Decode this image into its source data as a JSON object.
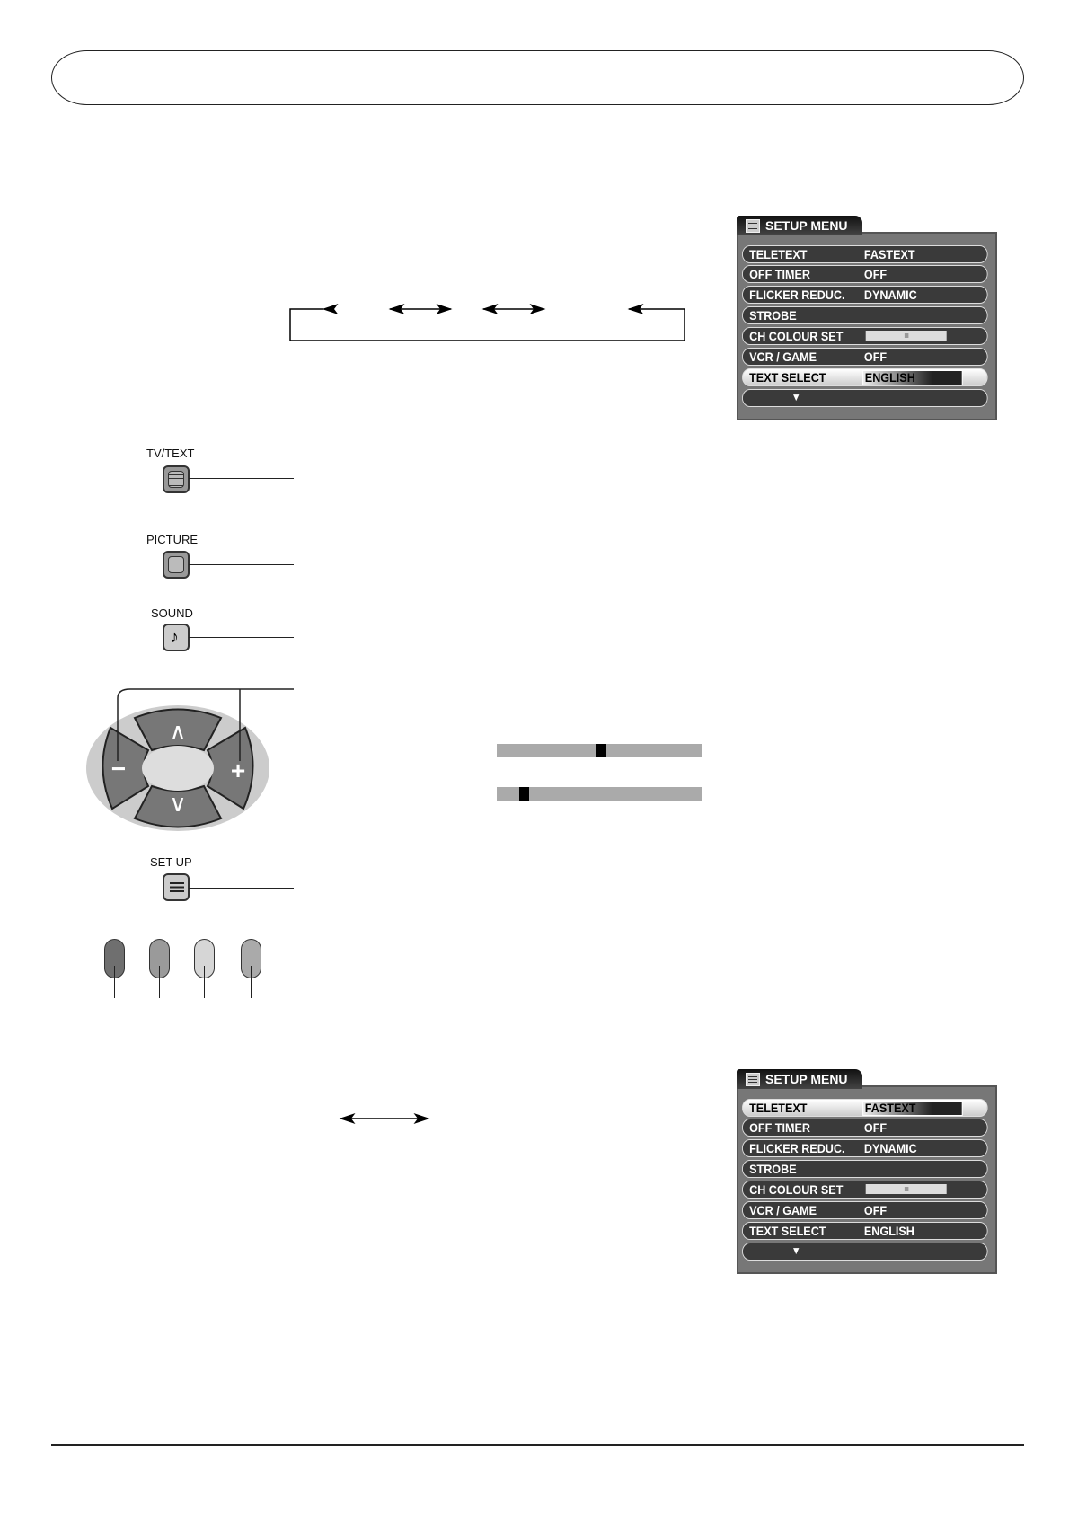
{
  "header": {
    "title": ""
  },
  "flow_diagram": {
    "arrows": [
      "right-arrow",
      "double-arrow",
      "double-arrow",
      "left-arrow"
    ]
  },
  "remote": {
    "tv_text": {
      "label": "TV/TEXT",
      "icon": "teletext-icon"
    },
    "picture": {
      "label": "PICTURE",
      "icon": "picture-icon"
    },
    "sound": {
      "label": "SOUND",
      "icon": "music-note-icon",
      "glyph": "♪"
    },
    "cursor_pad": {
      "up": "∧",
      "down": "∨",
      "minus": "−",
      "plus": "+"
    },
    "setup": {
      "label": "SET UP",
      "icon": "menu-list-icon"
    },
    "color_buttons": [
      {
        "color": "#6f6f6f"
      },
      {
        "color": "#9a9a9a"
      },
      {
        "color": "#d6d6d6"
      },
      {
        "color": "#aaaaaa"
      }
    ]
  },
  "sliders": [
    {
      "position_pct": 48
    },
    {
      "position_pct": 11
    }
  ],
  "menu_top": {
    "title": "SETUP MENU",
    "rows": [
      {
        "label": "TELETEXT",
        "value": "FASTEXT"
      },
      {
        "label": "OFF TIMER",
        "value": "OFF"
      },
      {
        "label": "FLICKER REDUC.",
        "value": "DYNAMIC"
      },
      {
        "label": "STROBE",
        "value": ""
      },
      {
        "label": "CH COLOUR SET",
        "value": ""
      },
      {
        "label": "VCR / GAME",
        "value": "OFF"
      },
      {
        "label": "TEXT SELECT",
        "value": "ENGLISH"
      }
    ],
    "selected_index": 6,
    "more": "▼"
  },
  "menu_bottom": {
    "title": "SETUP MENU",
    "rows": [
      {
        "label": "TELETEXT",
        "value": "FASTEXT"
      },
      {
        "label": "OFF TIMER",
        "value": "OFF"
      },
      {
        "label": "FLICKER REDUC.",
        "value": "DYNAMIC"
      },
      {
        "label": "STROBE",
        "value": ""
      },
      {
        "label": "CH COLOUR SET",
        "value": ""
      },
      {
        "label": "VCR / GAME",
        "value": "OFF"
      },
      {
        "label": "TEXT SELECT",
        "value": "ENGLISH"
      }
    ],
    "selected_index": 0,
    "more": "▼"
  }
}
